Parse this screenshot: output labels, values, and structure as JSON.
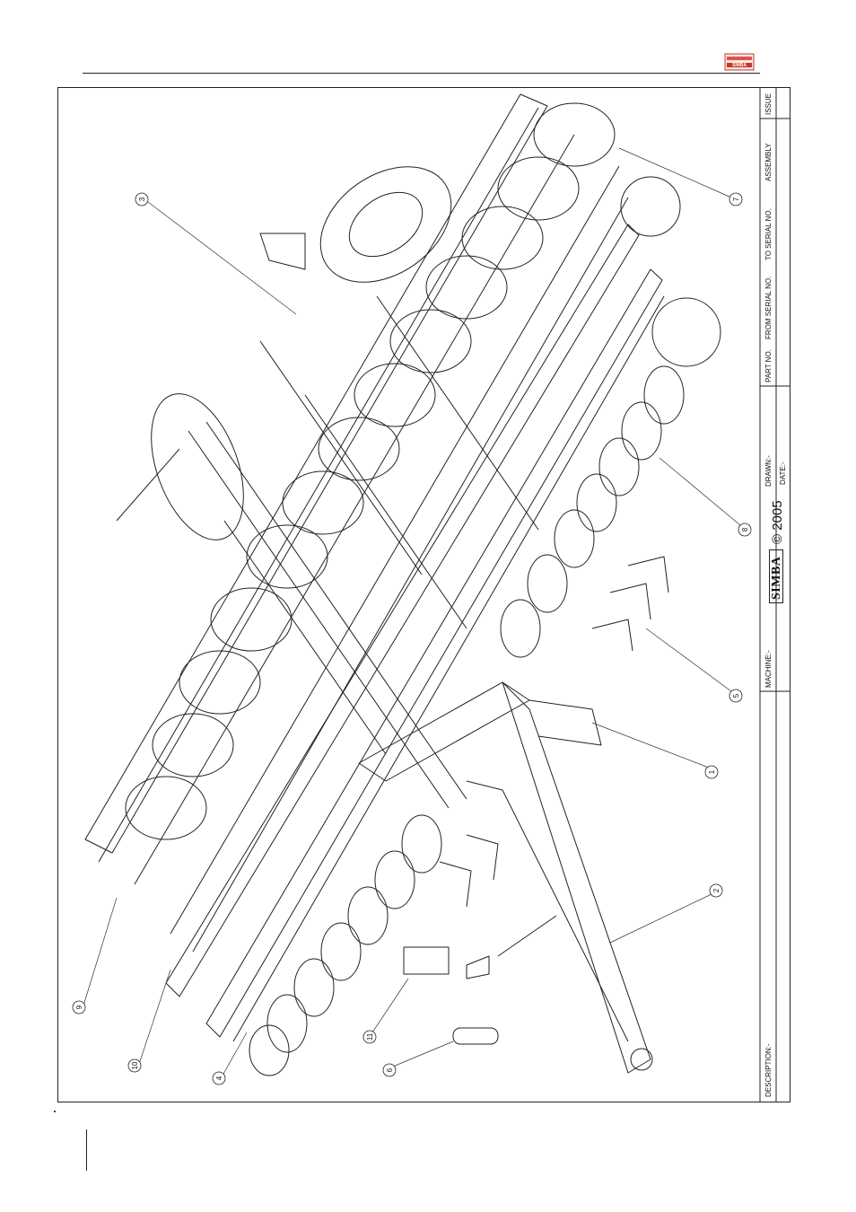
{
  "header": {
    "brand_logo": "SIMBA"
  },
  "title_block": {
    "issue_label": "ISSUE",
    "assembly_label": "ASSEMBLY",
    "to_serial_label": "TO SERIAL NO.",
    "from_serial_label": "FROM SERIAL NO.",
    "part_no_label": "PART NO.",
    "drawn_label": "DRAWN:-",
    "date_label": "DATE:-",
    "simba_mark": "SIMBA",
    "copyright": "© 2005",
    "machine_label": "MACHINE:-",
    "description_label": "DESCRIPTION:-"
  },
  "balloons": {
    "b1": "1",
    "b2": "2",
    "b3": "3",
    "b4": "4",
    "b5": "5",
    "b6": "6",
    "b7": "7",
    "b8": "8",
    "b9": "9",
    "b10": "10",
    "b11": "11"
  },
  "colors": {
    "logo_red": "#c0392b",
    "line": "#222222"
  }
}
